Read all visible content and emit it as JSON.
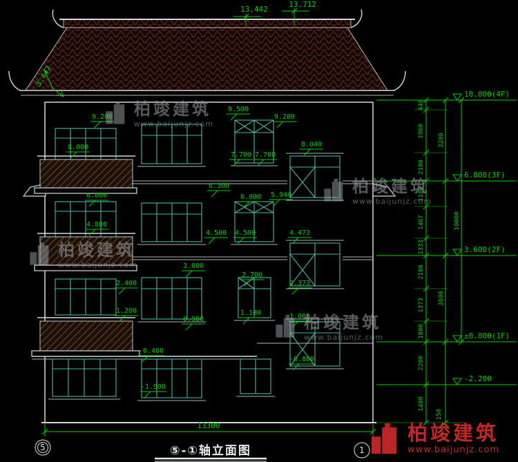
{
  "watermark": {
    "brand": "柏竣建筑",
    "url": "www.baijunjz.com"
  },
  "header_dims": {
    "ridge_left": "13.442",
    "ridge_right": "13.712",
    "roof_slope": "3.442"
  },
  "levels": [
    {
      "label": "10.000(4F)"
    },
    {
      "label": "6.800(3F)"
    },
    {
      "label": "3.600(2F)"
    },
    {
      "label": "±0.000(1F)"
    },
    {
      "label": "-2.200"
    }
  ],
  "facade_labels": [
    "9.200",
    "9.500",
    "9.200",
    "8.000",
    "8.040",
    "7.700",
    "7.700",
    "6.000",
    "6.300",
    "6.000",
    "5.940",
    "4.800",
    "4.500",
    "4.500",
    "4.473",
    "3.000",
    "2.700",
    "2.400",
    "2.373",
    "1.200",
    "0.900",
    "1.100",
    "1.000",
    "-0.400",
    "-0.800",
    "-1.900"
  ],
  "vertical_dims": {
    "inner": [
      "440",
      "1960",
      "2100",
      "1100",
      "1467",
      "1333",
      "2100",
      "1373",
      "1800",
      "2200",
      "1400"
    ],
    "outer": [
      "3200",
      "3600"
    ],
    "total": "10000",
    "plinth": "150"
  },
  "bottom_dim": "13300",
  "title_block": {
    "title": "⑤-①轴立面图",
    "axis_left": "5",
    "axis_right": "1"
  }
}
